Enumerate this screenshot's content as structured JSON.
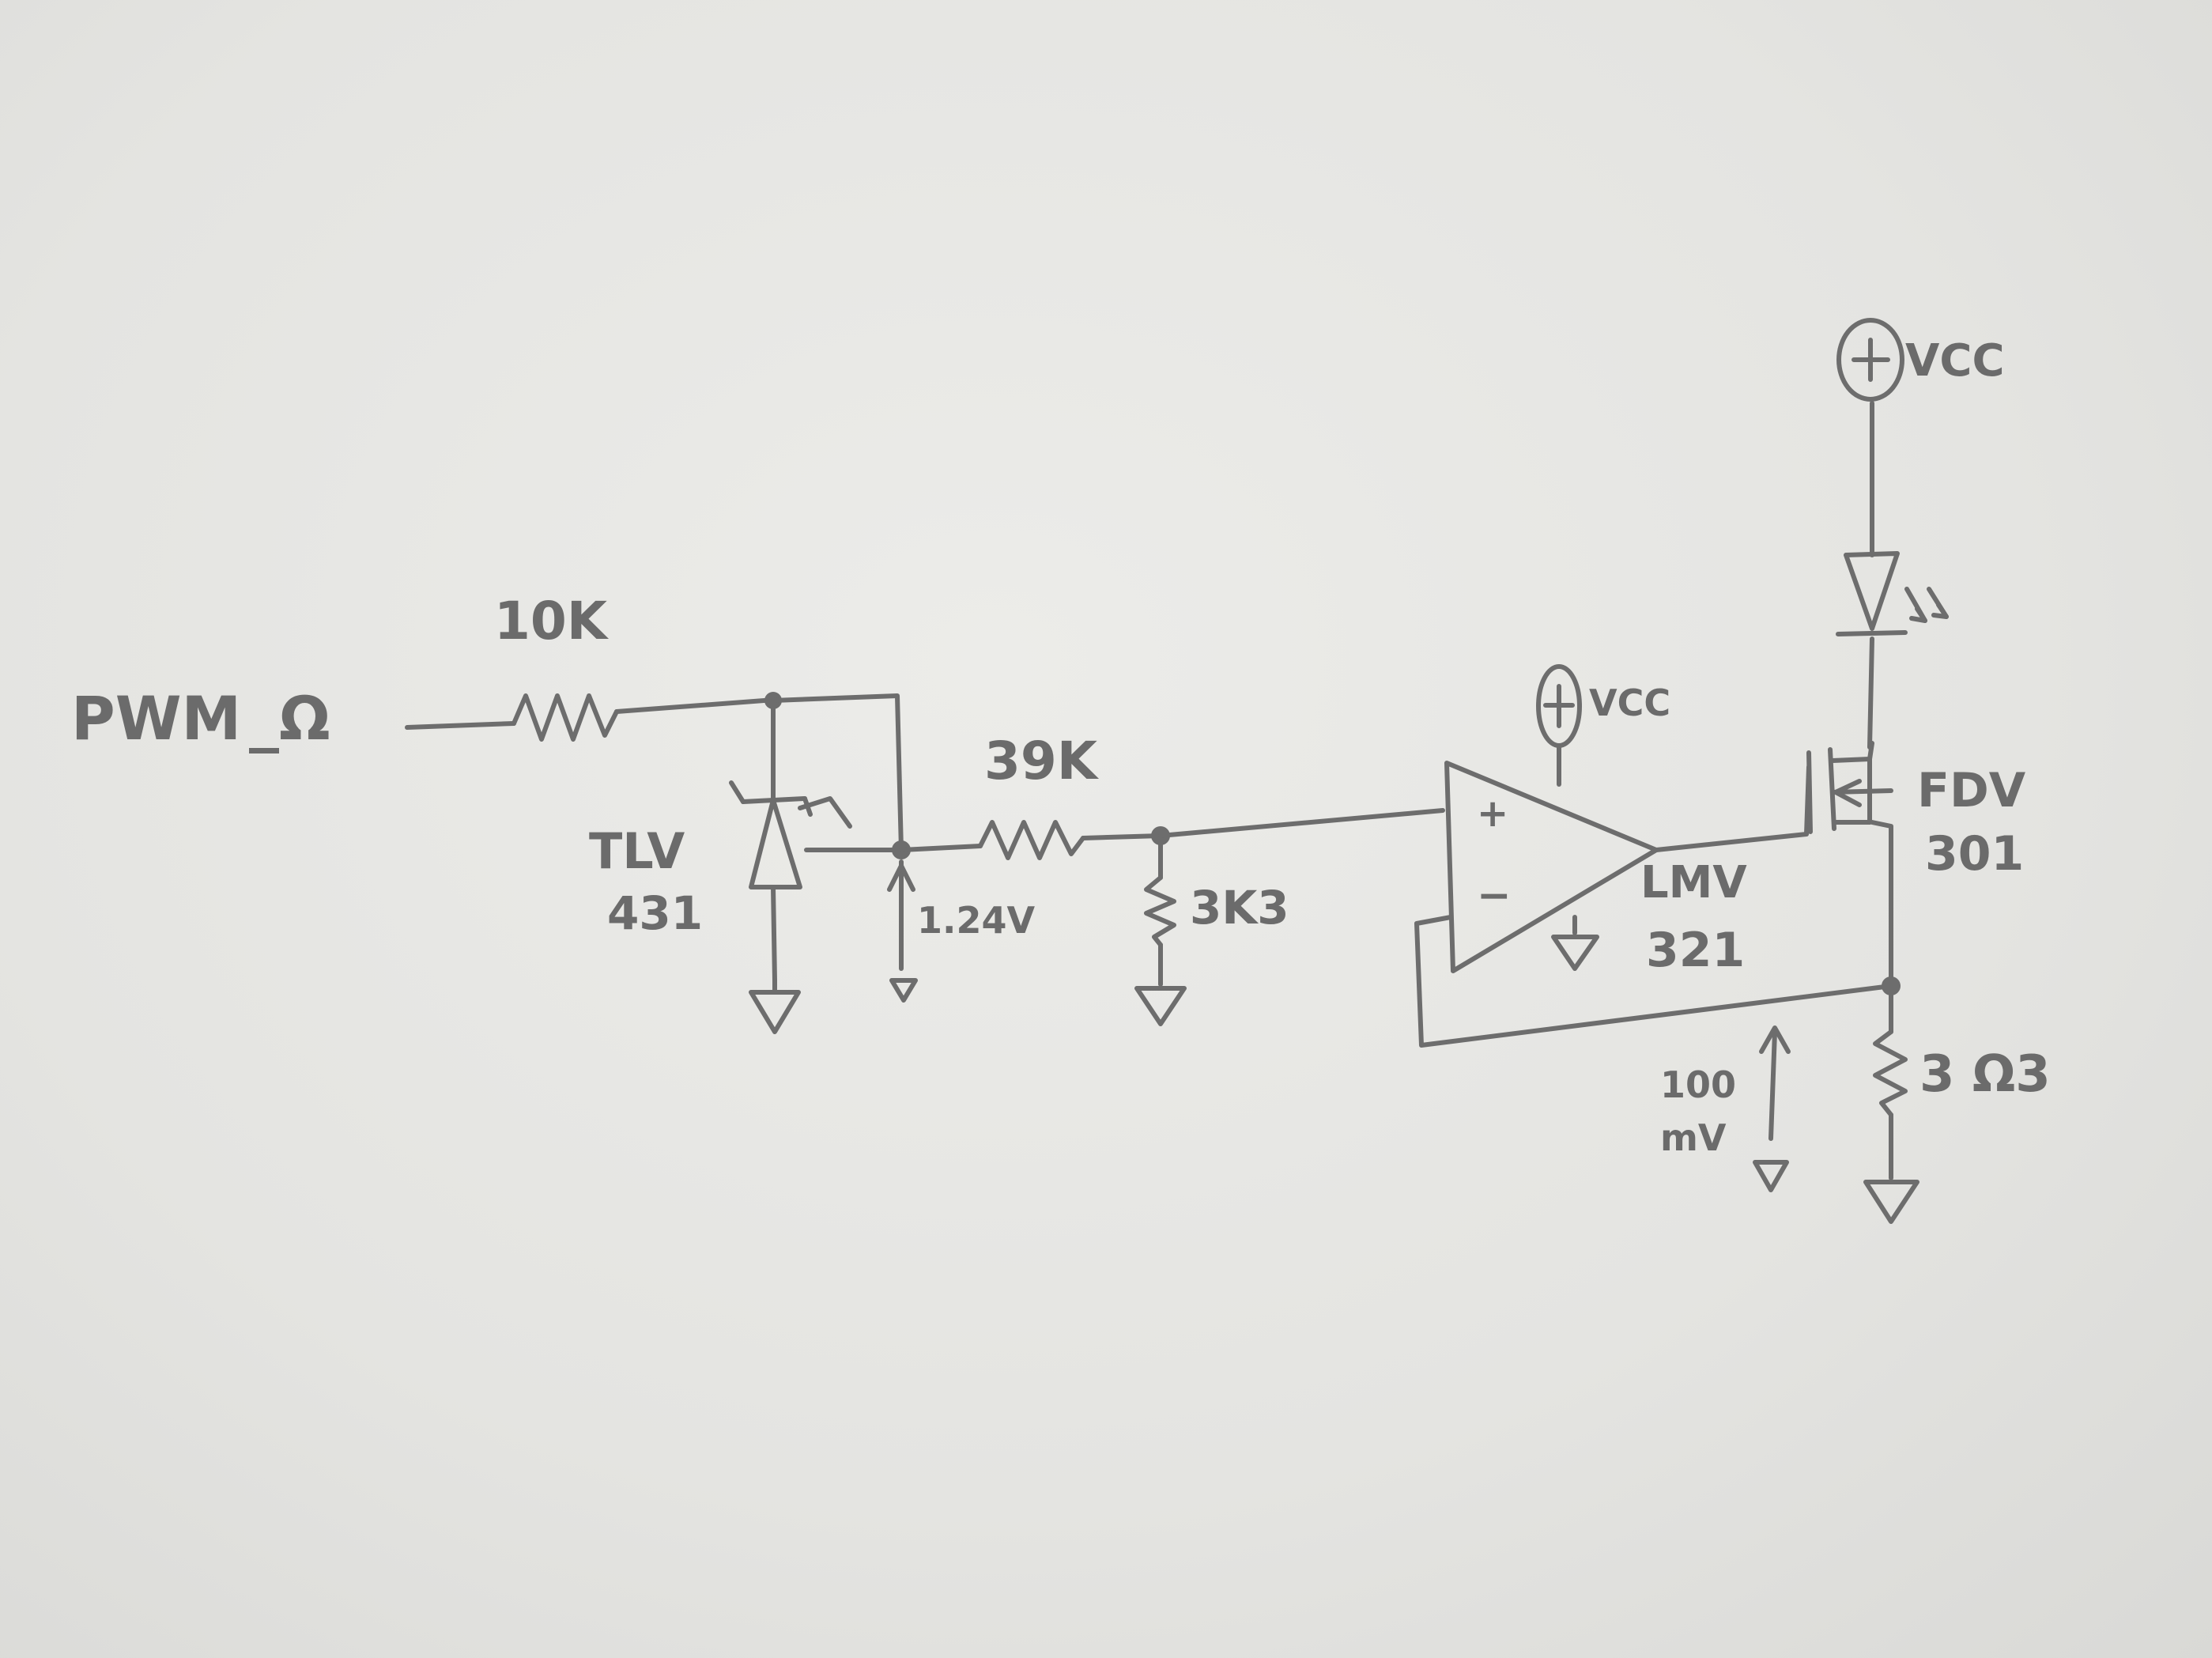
{
  "schematic": {
    "input_label": "PWM",
    "input_glyph": "_Ω",
    "r_input": "10K",
    "reference_label_1": "TLV",
    "reference_label_2": "431",
    "reference_voltage": "1.24V",
    "r_divider_top": "39K",
    "r_divider_bottom": "3K3",
    "supply_label": "VCC",
    "supply_label_opamp": "VCC",
    "opamp_plus": "+",
    "opamp_minus": "−",
    "opamp_label_1": "LMV",
    "opamp_label_2": "321",
    "mosfet_label_1": "FDV",
    "mosfet_label_2": "301",
    "sense_resistor": "3 Ω3",
    "sense_voltage_1": "100",
    "sense_voltage_2": "mV"
  },
  "colors": {
    "pencil": "#6d6d6d",
    "paper": "#e6e6e3"
  }
}
